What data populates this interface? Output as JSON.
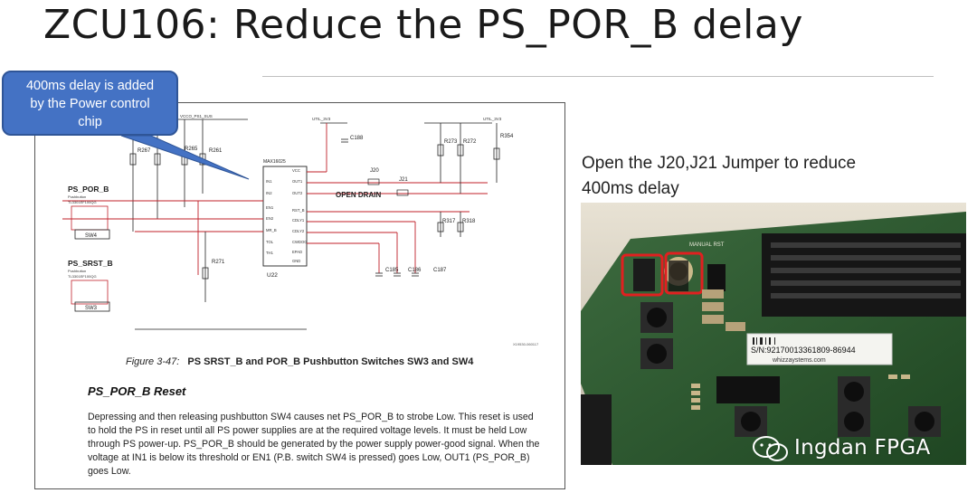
{
  "slide": {
    "title": "ZCU106: Reduce the PS_POR_B delay",
    "callout": {
      "line1": "400ms delay is added",
      "line2": "by the Power control",
      "line3": "chip"
    },
    "right_text": {
      "line1": "Open the J20,J21 Jumper to reduce",
      "line2": "400ms delay"
    }
  },
  "document": {
    "figure_label": "Figure 3-47:",
    "figure_title": "PS SRST_B and POR_B Pushbutton Switches SW3 and SW4",
    "section_title": "PS_POR_B Reset",
    "body": "Depressing and then releasing pushbutton SW4 causes net PS_POR_B to strobe Low. This reset is used to hold the PS in reset until all PS power supplies are at the required voltage levels. It must be held Low through PS power-up. PS_POR_B should be generated by the power supply power-good signal. When the voltage at IN1 is below its threshold or EN1 (P.B. switch SW4 is pressed) goes Low, OUT1 (PS_POR_B) goes Low.",
    "schematic": {
      "ps_por_b": "PS_POR_B",
      "ps_srst_b": "PS_SRST_B",
      "sw4": "SW4",
      "sw3": "SW3",
      "u22": "U22",
      "chip": "MAX16025",
      "open_drain": "OPEN DRAIN",
      "j20": "J20",
      "j21": "J21",
      "r261": "R261",
      "r265": "R265",
      "r267": "R267",
      "r271": "R271",
      "r272": "R272",
      "r273": "R273",
      "r317": "R317",
      "r318": "R318",
      "r354": "R354",
      "c188": "C188",
      "c185": "C185",
      "c186": "C186",
      "c187": "C187",
      "vcc_label": "VCCO_PS1_SUS",
      "util_3v3": "UTIL_3V3",
      "fig_id": "X19530-060117",
      "pushbutton": "Pushbutton",
      "tl_part": "TL3301EF100QG"
    }
  },
  "photo": {
    "serial": "S/N:92170013361809-86944",
    "brand": "whizzaystems.com",
    "manual_rst": "MANUAL RST",
    "watermark": "Ingdan FPGA"
  },
  "colors": {
    "callout_fill": "#4472c4",
    "highlight_red": "#e02020",
    "net_red": "#c0202a",
    "board_green": "#2c5a2e"
  }
}
